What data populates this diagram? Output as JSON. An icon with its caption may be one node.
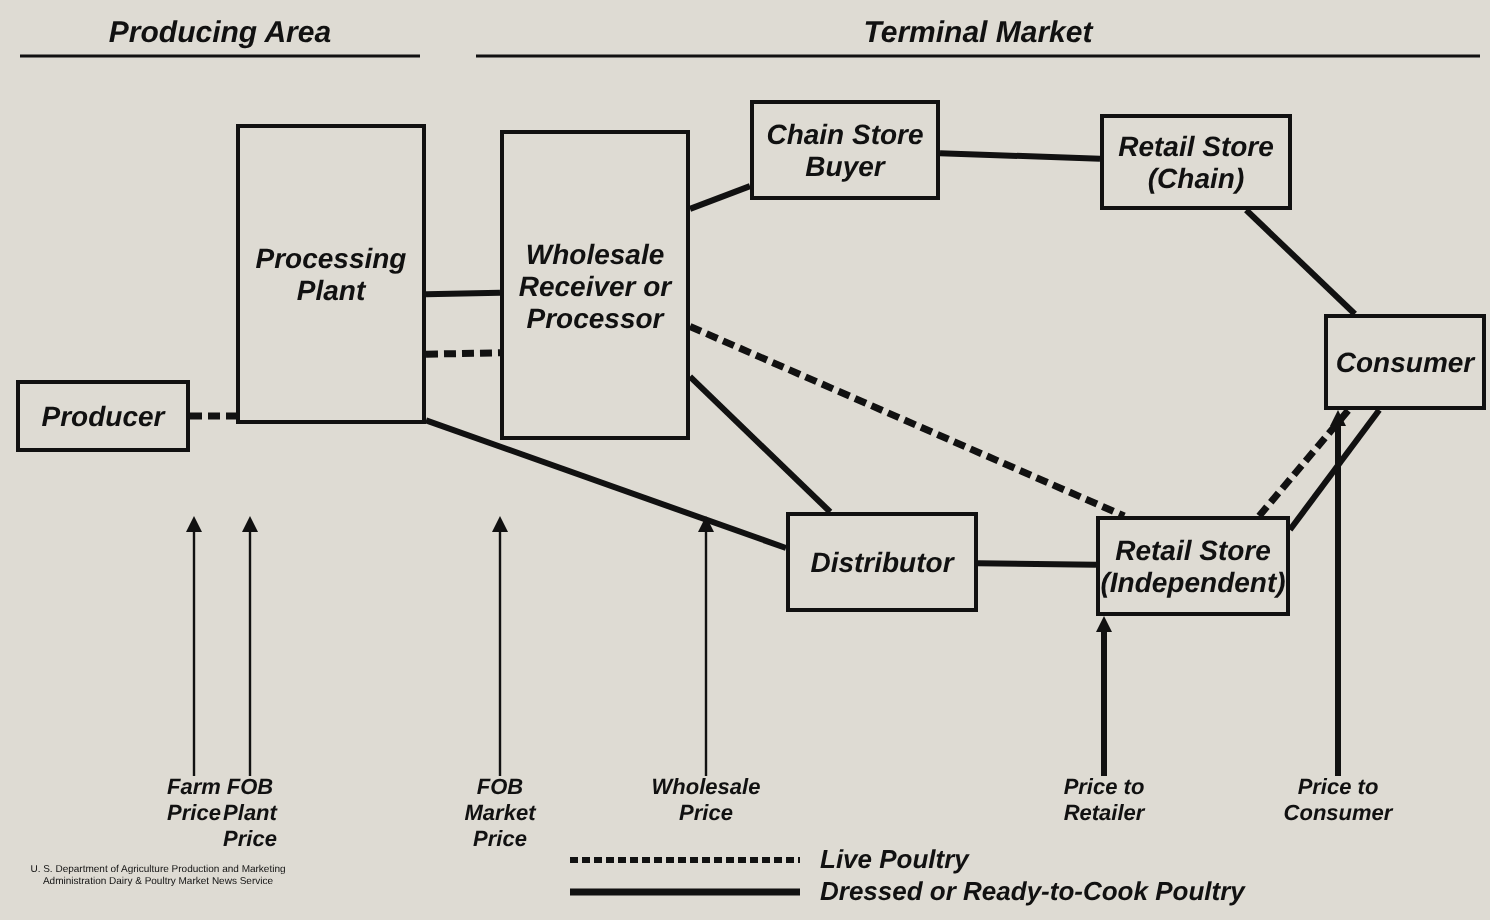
{
  "diagram": {
    "nodes": [
      {
        "text": [
          "Producer"
        ]
      },
      {
        "text": [
          "Processing Plant"
        ]
      },
      {
        "text": [
          "Wholesale Receiver or Processor"
        ]
      },
      {
        "text": [
          "Chain Store Buyer"
        ]
      },
      {
        "text": [
          "Retail Store (Chain)"
        ]
      },
      {
        "text": [
          "Consumer"
        ]
      },
      {
        "text": [
          "Distributor"
        ]
      },
      {
        "text": [
          "Retail Store (Independent)"
        ]
      },
      {
        "text": [
          "Farm Price"
        ]
      },
      {
        "text": [
          "FOB Plant Price"
        ]
      },
      {
        "text": [
          "FOB Market Price"
        ]
      },
      {
        "text": [
          "Wholesale Price"
        ]
      },
      {
        "text": [
          "Price to Retailer"
        ]
      },
      {
        "text": [
          "Price to Consumer"
        ]
      }
    ],
    "edges": [
      {
        "from": 0,
        "to": 1,
        "arrow": "none",
        "style": "dashed"
      },
      {
        "from": 1,
        "to": 2,
        "arrow": "none"
      },
      {
        "from": 1,
        "to": 2,
        "arrow": "none",
        "style": "dashed"
      },
      {
        "from": 1,
        "to": 6,
        "arrow": "none"
      },
      {
        "from": 2,
        "to": 3,
        "arrow": "none"
      },
      {
        "from": 2,
        "to": 6,
        "arrow": "none"
      },
      {
        "from": 2,
        "to": 7,
        "arrow": "none",
        "style": "dashed"
      },
      {
        "from": 3,
        "to": 4,
        "arrow": "none"
      },
      {
        "from": 4,
        "to": 5,
        "arrow": "none"
      },
      {
        "from": 6,
        "to": 7,
        "arrow": "none"
      },
      {
        "from": 7,
        "to": 5,
        "arrow": "none",
        "style": "dashed"
      },
      {
        "from": 7,
        "to": 5,
        "arrow": "none"
      },
      {
        "from": 8,
        "to": null,
        "arrow": "to"
      },
      {
        "from": 9,
        "to": null,
        "arrow": "to"
      },
      {
        "from": 10,
        "to": null,
        "arrow": "to"
      },
      {
        "from": 11,
        "to": null,
        "arrow": "to"
      },
      {
        "from": 12,
        "to": 7,
        "arrow": "to"
      },
      {
        "from": 13,
        "to": 5,
        "arrow": "to"
      }
    ],
    "labels": [
      "Producing Area",
      "Terminal Market",
      "U. S. Department of Agriculture Production and Marketing Administration Dairy & Poultry Market News Service"
    ],
    "legend": [
      {
        "text": "Live Poultry"
      },
      {
        "text": "Dressed or Ready-to-Cook Poultry"
      }
    ]
  }
}
